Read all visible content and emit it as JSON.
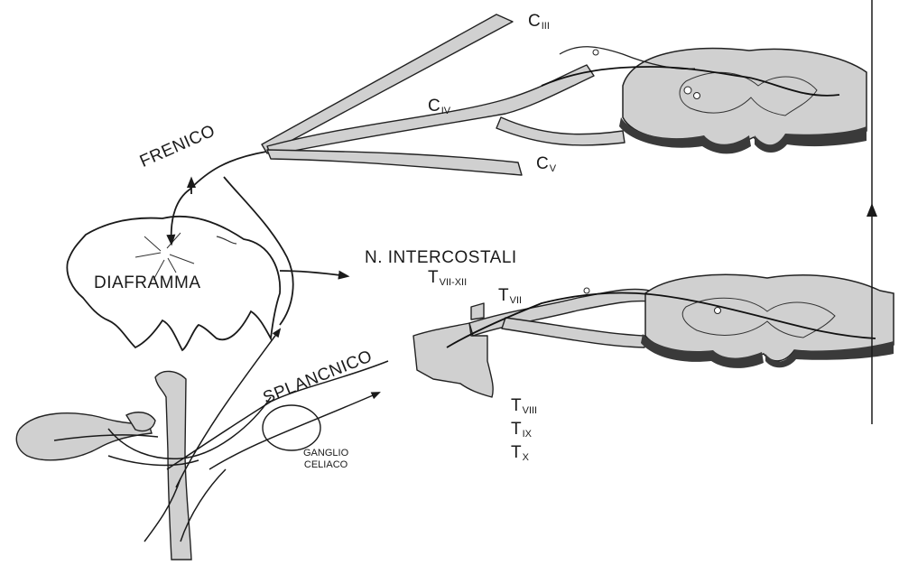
{
  "labels": {
    "frenico": "FRENICO",
    "diaframma": "DIAFRAMMA",
    "intercostali": "N. INTERCOSTALI",
    "splancnico": "SPLANCNICO",
    "ganglio_line1": "GANGLIO",
    "ganglio_line2": "CELIACO"
  },
  "cervical_roots": [
    {
      "main": "C",
      "sub": "III"
    },
    {
      "main": "C",
      "sub": "IV"
    },
    {
      "main": "C",
      "sub": "V"
    }
  ],
  "thoracic_labels": {
    "range": {
      "main": "T",
      "sub": "VII-XII"
    },
    "tvii": {
      "main": "T",
      "sub": "VII"
    },
    "lower": [
      {
        "main": "T",
        "sub": "VIII"
      },
      {
        "main": "T",
        "sub": "IX"
      },
      {
        "main": "T",
        "sub": "X"
      }
    ]
  },
  "colors": {
    "fill": "#d0d0d0",
    "dark": "#3a3a3a",
    "stroke": "#1a1a1a"
  }
}
